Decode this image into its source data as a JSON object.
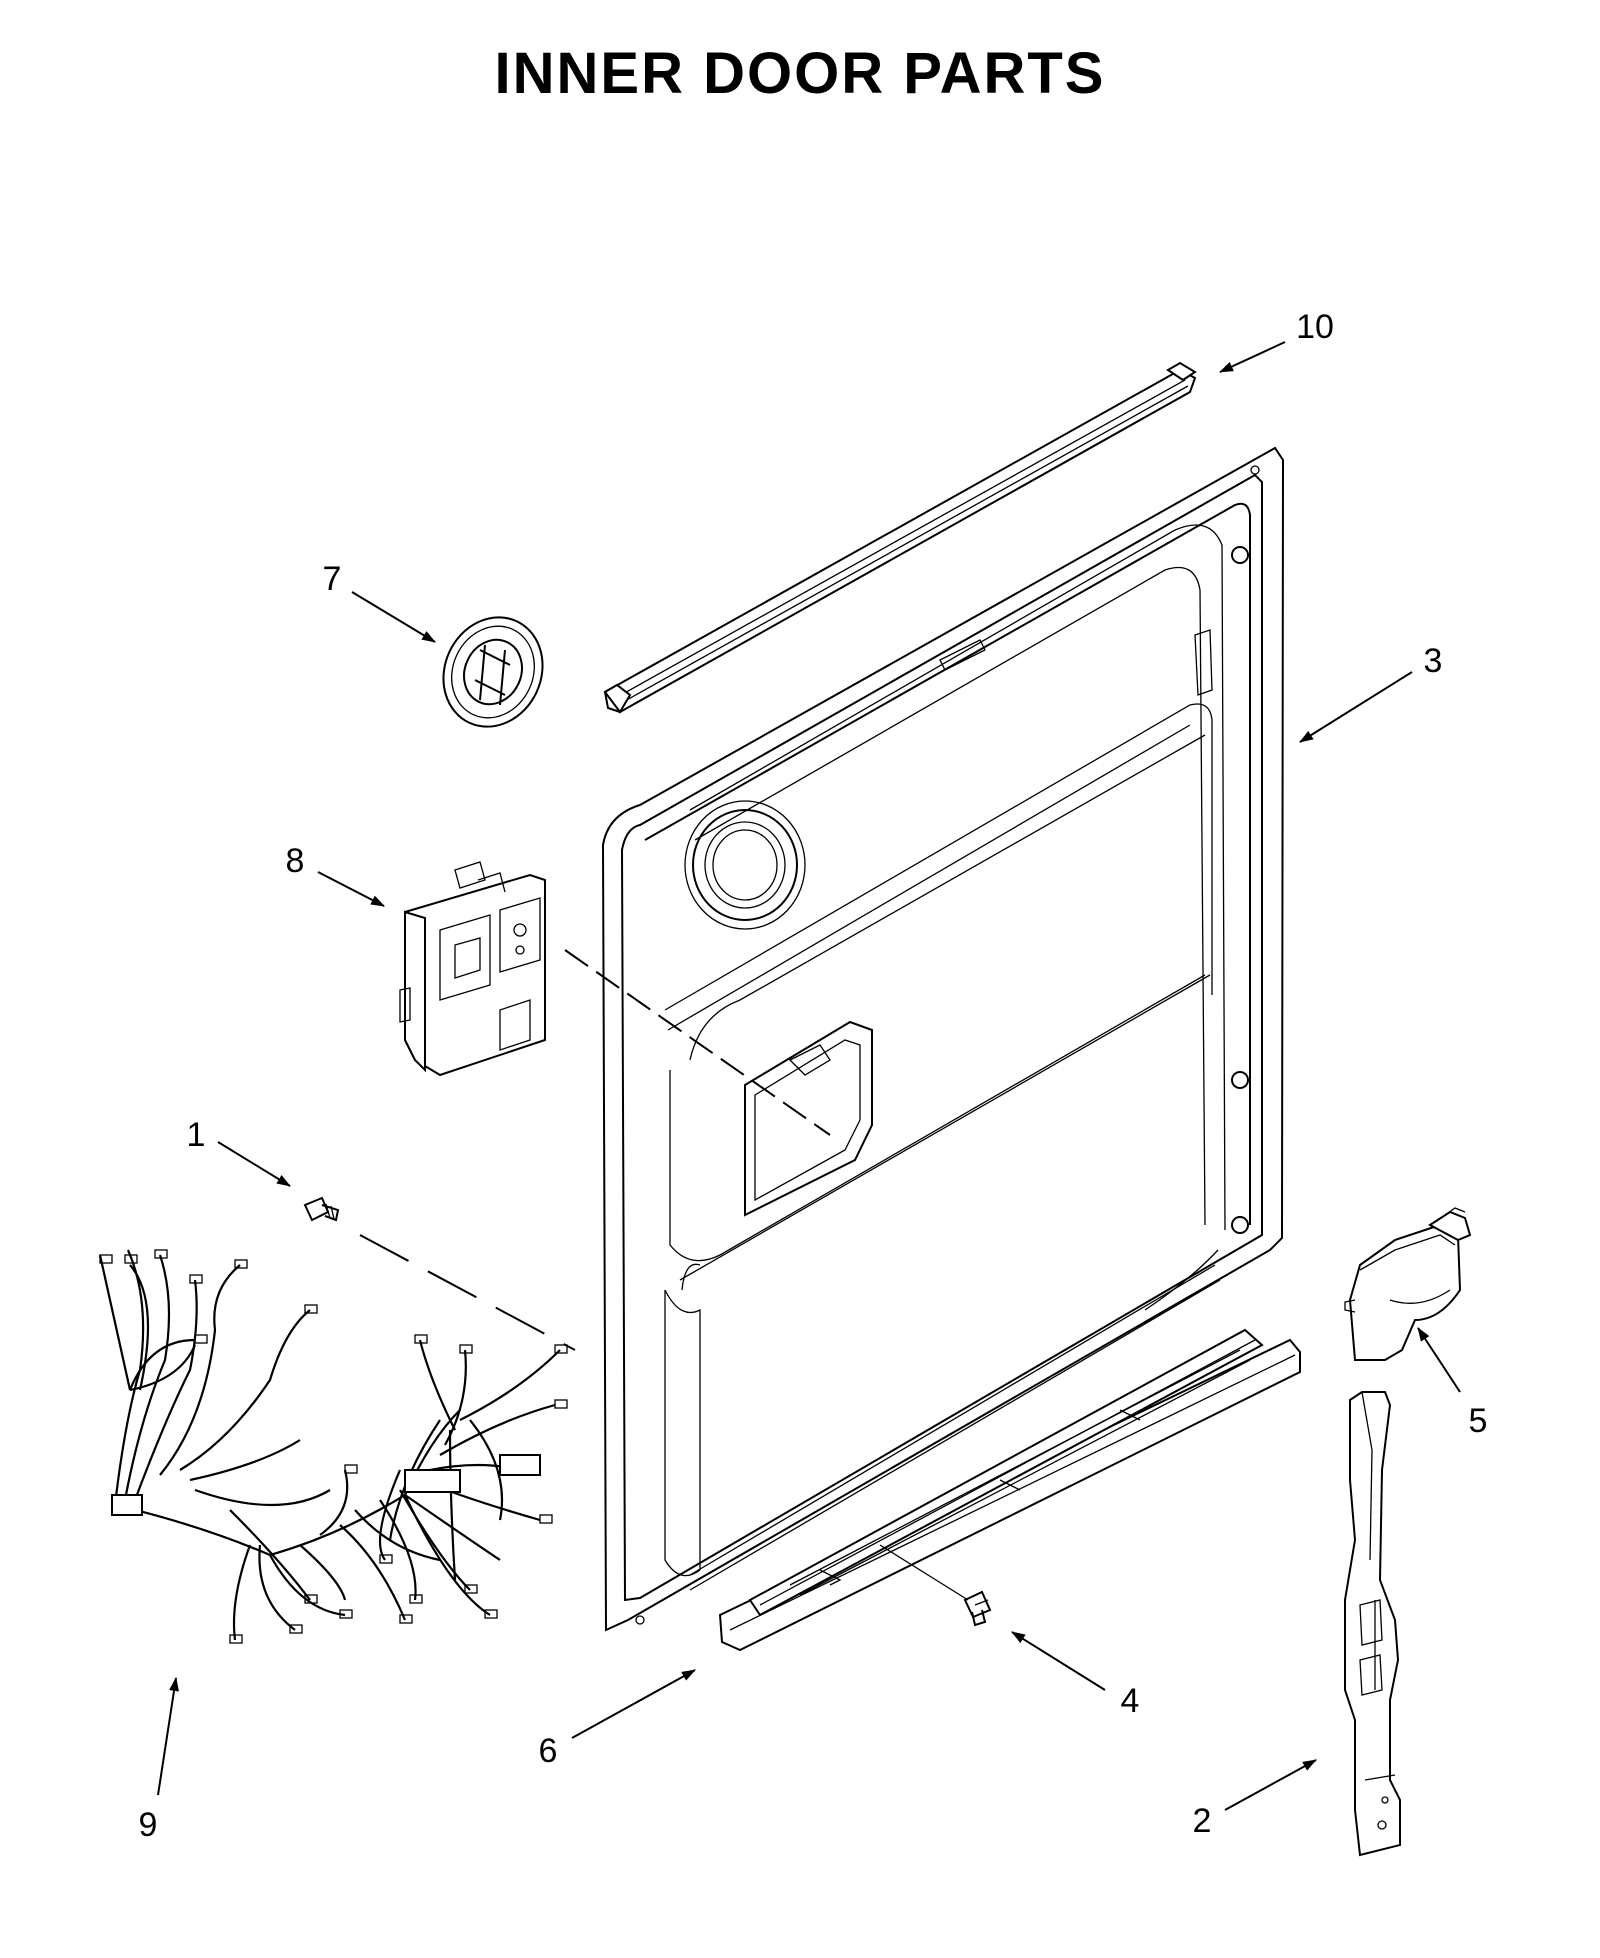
{
  "title": "INNER DOOR PARTS",
  "callouts": [
    {
      "id": "1",
      "label": "1"
    },
    {
      "id": "2",
      "label": "2"
    },
    {
      "id": "3",
      "label": "3"
    },
    {
      "id": "4",
      "label": "4"
    },
    {
      "id": "5",
      "label": "5"
    },
    {
      "id": "6",
      "label": "6"
    },
    {
      "id": "7",
      "label": "7"
    },
    {
      "id": "8",
      "label": "8"
    },
    {
      "id": "9",
      "label": "9"
    },
    {
      "id": "10",
      "label": "10"
    }
  ]
}
